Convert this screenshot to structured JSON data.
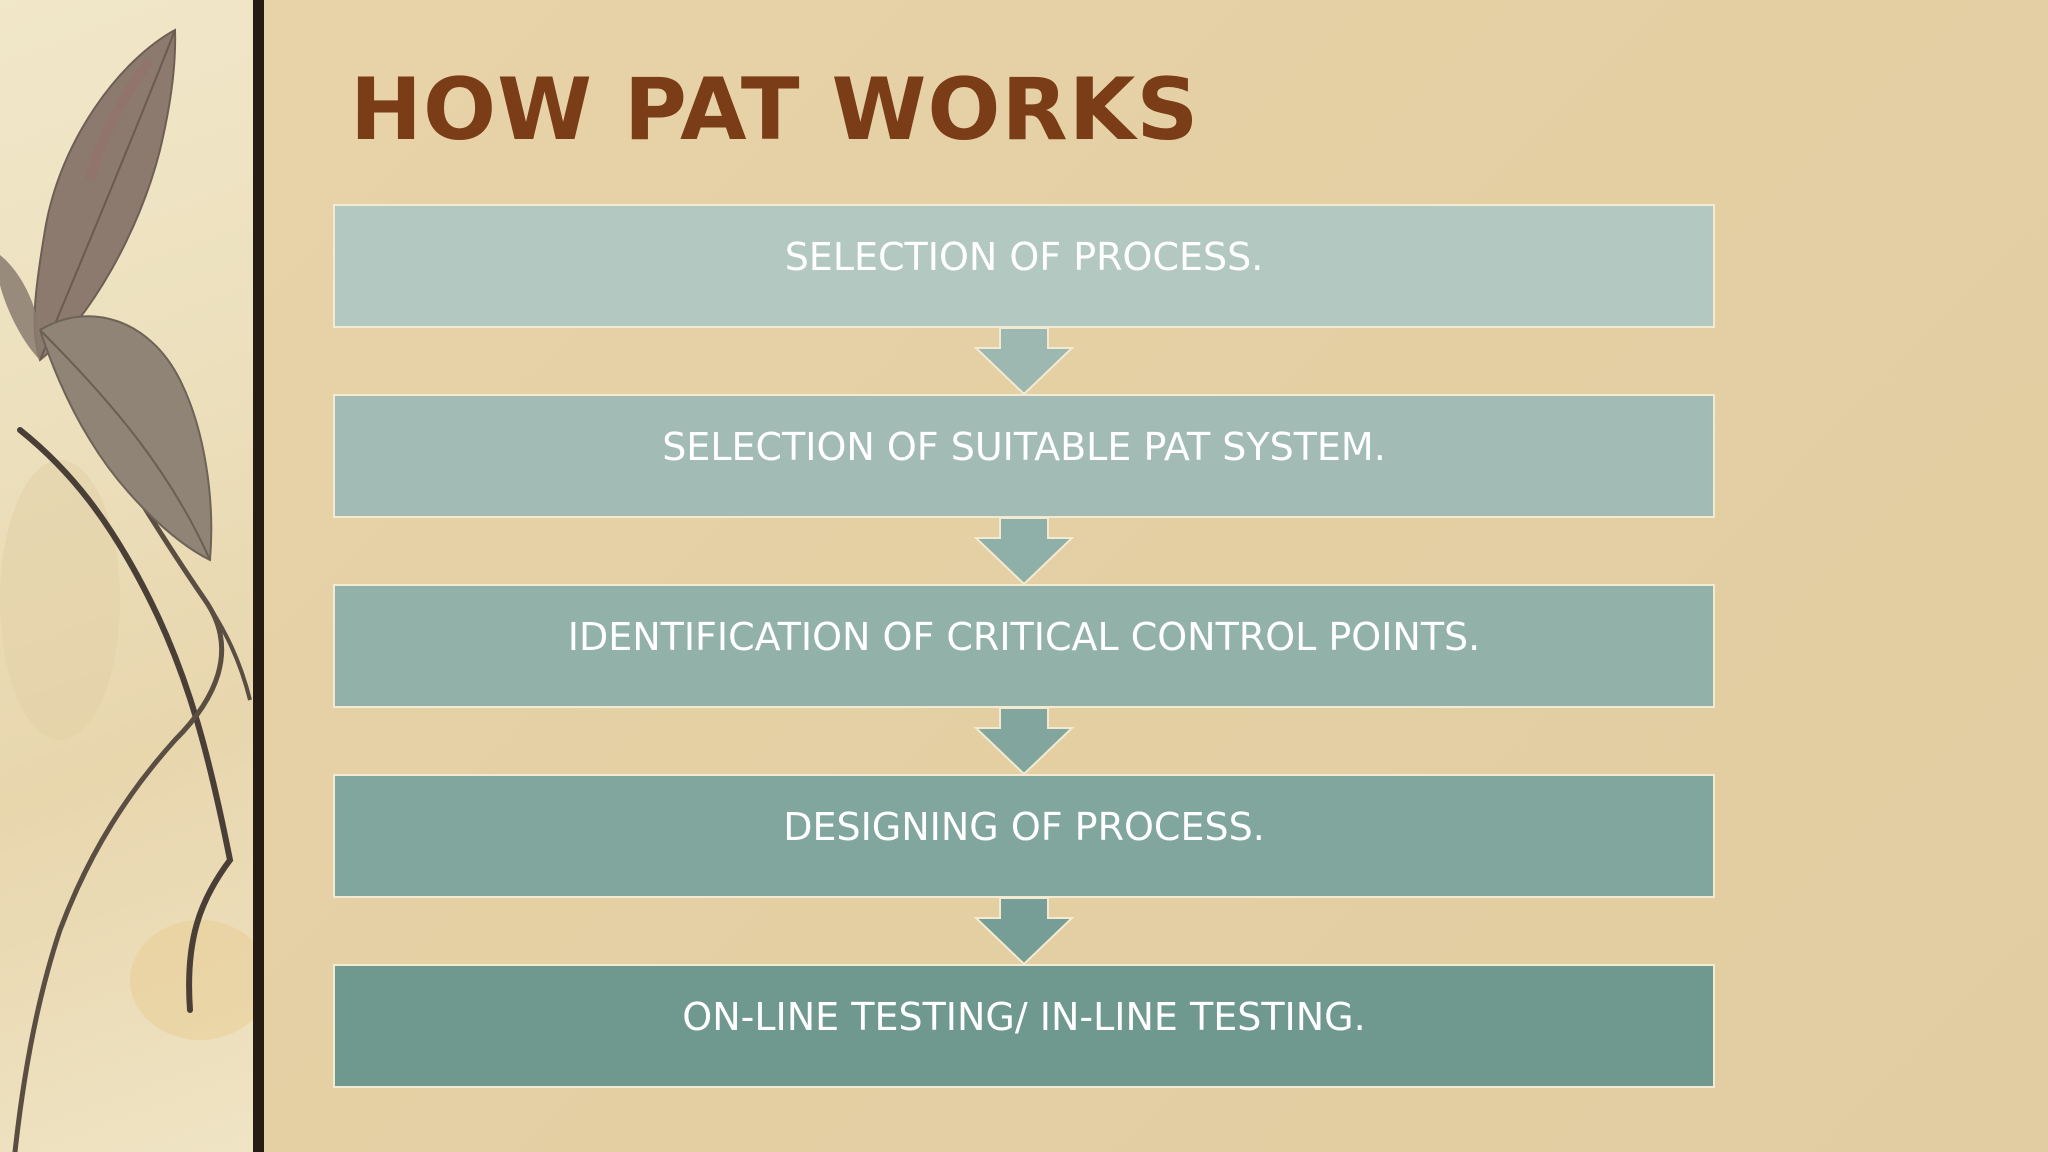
{
  "slide": {
    "title": "HOW PAT WORKS"
  },
  "flow": {
    "steps": [
      {
        "label": "SELECTION OF PROCESS.",
        "color": "#b2c8c1"
      },
      {
        "label": "SELECTION OF SUITABLE PAT SYSTEM.",
        "color": "#a2bcb5"
      },
      {
        "label": "IDENTIFICATION OF CRITICAL CONTROL POINTS.",
        "color": "#91b1a9"
      },
      {
        "label": "DESIGNING OF PROCESS.",
        "color": "#80a69d"
      },
      {
        "label": "ON-LINE TESTING/ IN-LINE TESTING.",
        "color": "#6f998f"
      }
    ]
  },
  "colors": {
    "background": "#e6d2a8",
    "title": "#7b3c18",
    "divider": "#261c14",
    "arrow": "#9cb8b1",
    "step_border": "#f3ead2"
  }
}
